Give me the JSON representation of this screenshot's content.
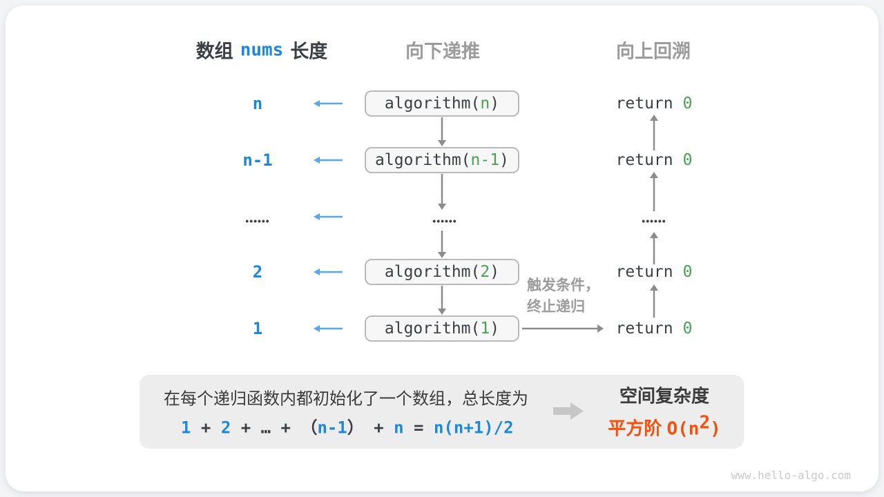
{
  "headers": {
    "array_pre": "数组",
    "array_code": "nums",
    "array_post": "长度",
    "down": "向下递推",
    "up": "向上回溯"
  },
  "rows": [
    {
      "label": "n",
      "arg": "n"
    },
    {
      "label": "n-1",
      "arg": "n-1"
    },
    {
      "label": "2",
      "arg": "2"
    },
    {
      "label": "1",
      "arg": "1"
    }
  ],
  "dots": "••••••",
  "call": {
    "prefix": "algorithm(",
    "suffix": ")"
  },
  "ret": {
    "keyword": "return",
    "value": "0"
  },
  "note": {
    "line1": "触发条件，",
    "line2": "终止递归"
  },
  "summary": {
    "text": "在每个递归函数内都初始化了一个数组，总长度为",
    "formula": [
      {
        "t": "1"
      },
      {
        "t": " + "
      },
      {
        "t": "2"
      },
      {
        "t": " + "
      },
      {
        "t": "…"
      },
      {
        "t": " + "
      },
      {
        "t": "（"
      },
      {
        "t": "n-1"
      },
      {
        "t": "）"
      },
      {
        "t": " + "
      },
      {
        "t": "n"
      },
      {
        "t": " = "
      },
      {
        "t": "n(n+1)/2"
      }
    ]
  },
  "result": {
    "title": "空间复杂度",
    "order": "平方阶",
    "o_prefix": "O(n",
    "exponent": "2",
    "o_suffix": ")"
  },
  "watermark": "www.hello-algo.com",
  "colors": {
    "blue": "#1c87dd",
    "arrow_blue": "#55a7ee",
    "green": "#4aa053",
    "orange": "#f4500c",
    "gray_arrow": "#8c8c8c",
    "header_gray": "#9b9b9b",
    "dark_text": "#3b3f44",
    "box_fill": "#f7f7f7",
    "box_border": "#b9b9b9",
    "summary_fill": "#ededed"
  }
}
